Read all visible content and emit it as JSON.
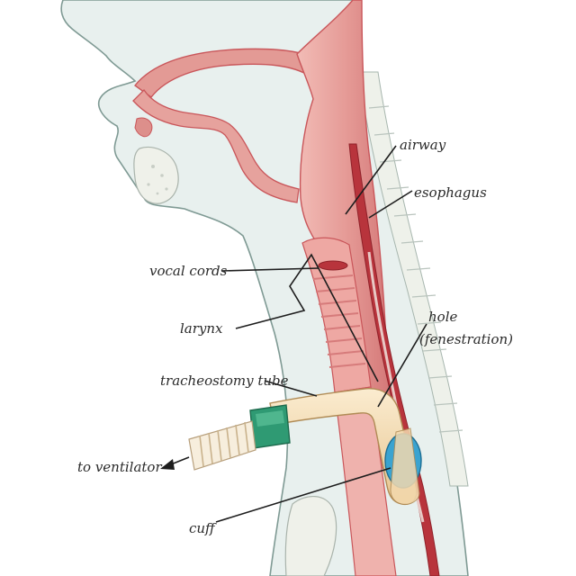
{
  "diagram": {
    "labels": {
      "airway": "airway",
      "esophagus": "esophagus",
      "vocal_cords": "vocal cords",
      "larynx": "larynx",
      "hole_line1": "hole",
      "hole_line2": "(fenestration)",
      "tracheostomy_tube": "tracheostomy tube",
      "to_ventilator": "to ventilator",
      "cuff": "cuff"
    },
    "colors": {
      "skin": "#e9f0ee",
      "skin_outline": "#7f9a94",
      "airway": "#e8a7a3",
      "airway_dark": "#c9565a",
      "esophagus": "#b8343c",
      "bone": "#ecefe8",
      "tube": "#f3d9ae",
      "tube_connector": "#2f9a73",
      "cuff": "#3aa3d0",
      "ventilator_hose": "#f7eedd"
    }
  }
}
